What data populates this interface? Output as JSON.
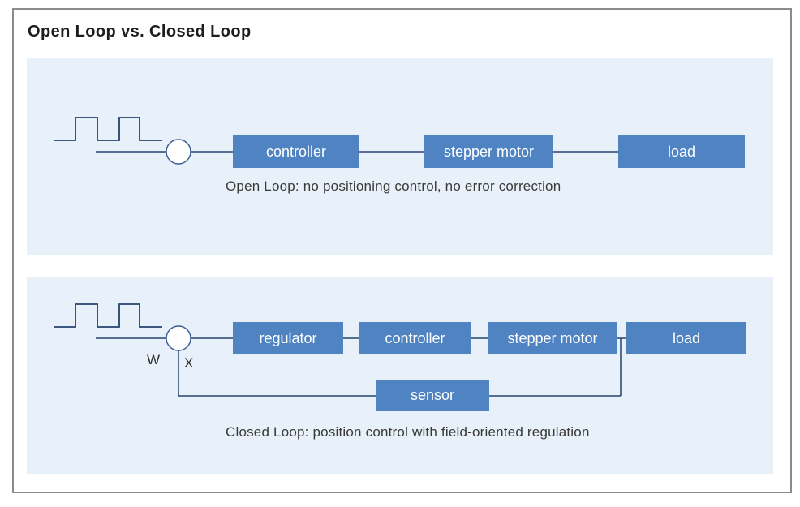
{
  "title": "Open Loop vs. Closed Loop",
  "colors": {
    "panel_background": "#e8f1fa",
    "block_fill": "#4f83c2",
    "block_text": "#ffffff",
    "wire": "#24426f",
    "junction_stroke": "#3d5c96",
    "frame_border": "#8c8c8c",
    "title_text": "#1d1d1b",
    "caption_text": "#3a3a38"
  },
  "open_loop": {
    "blocks": [
      "controller",
      "stepper motor",
      "load"
    ],
    "caption": "Open Loop: no positioning control, no error correction"
  },
  "closed_loop": {
    "blocks": [
      "regulator",
      "controller",
      "stepper motor",
      "load"
    ],
    "sensor_label": "sensor",
    "summing_labels": {
      "setpoint": "W",
      "feedback": "X"
    },
    "caption": "Closed Loop: position control with field-oriented regulation"
  }
}
